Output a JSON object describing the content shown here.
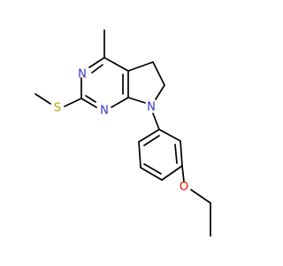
{
  "molecule": {
    "atoms": [
      {
        "id": "N_ring_top",
        "label": "N",
        "color": "#3333cc"
      },
      {
        "id": "N_ring_bottom",
        "label": "N",
        "color": "#3333cc"
      },
      {
        "id": "N_pyrrolidine",
        "label": "N",
        "color": "#3333cc"
      },
      {
        "id": "S_thioether",
        "label": "S",
        "color": "#b3a300"
      },
      {
        "id": "O_ether",
        "label": "O",
        "color": "#ff0000"
      }
    ],
    "bond_color": "#000000"
  }
}
